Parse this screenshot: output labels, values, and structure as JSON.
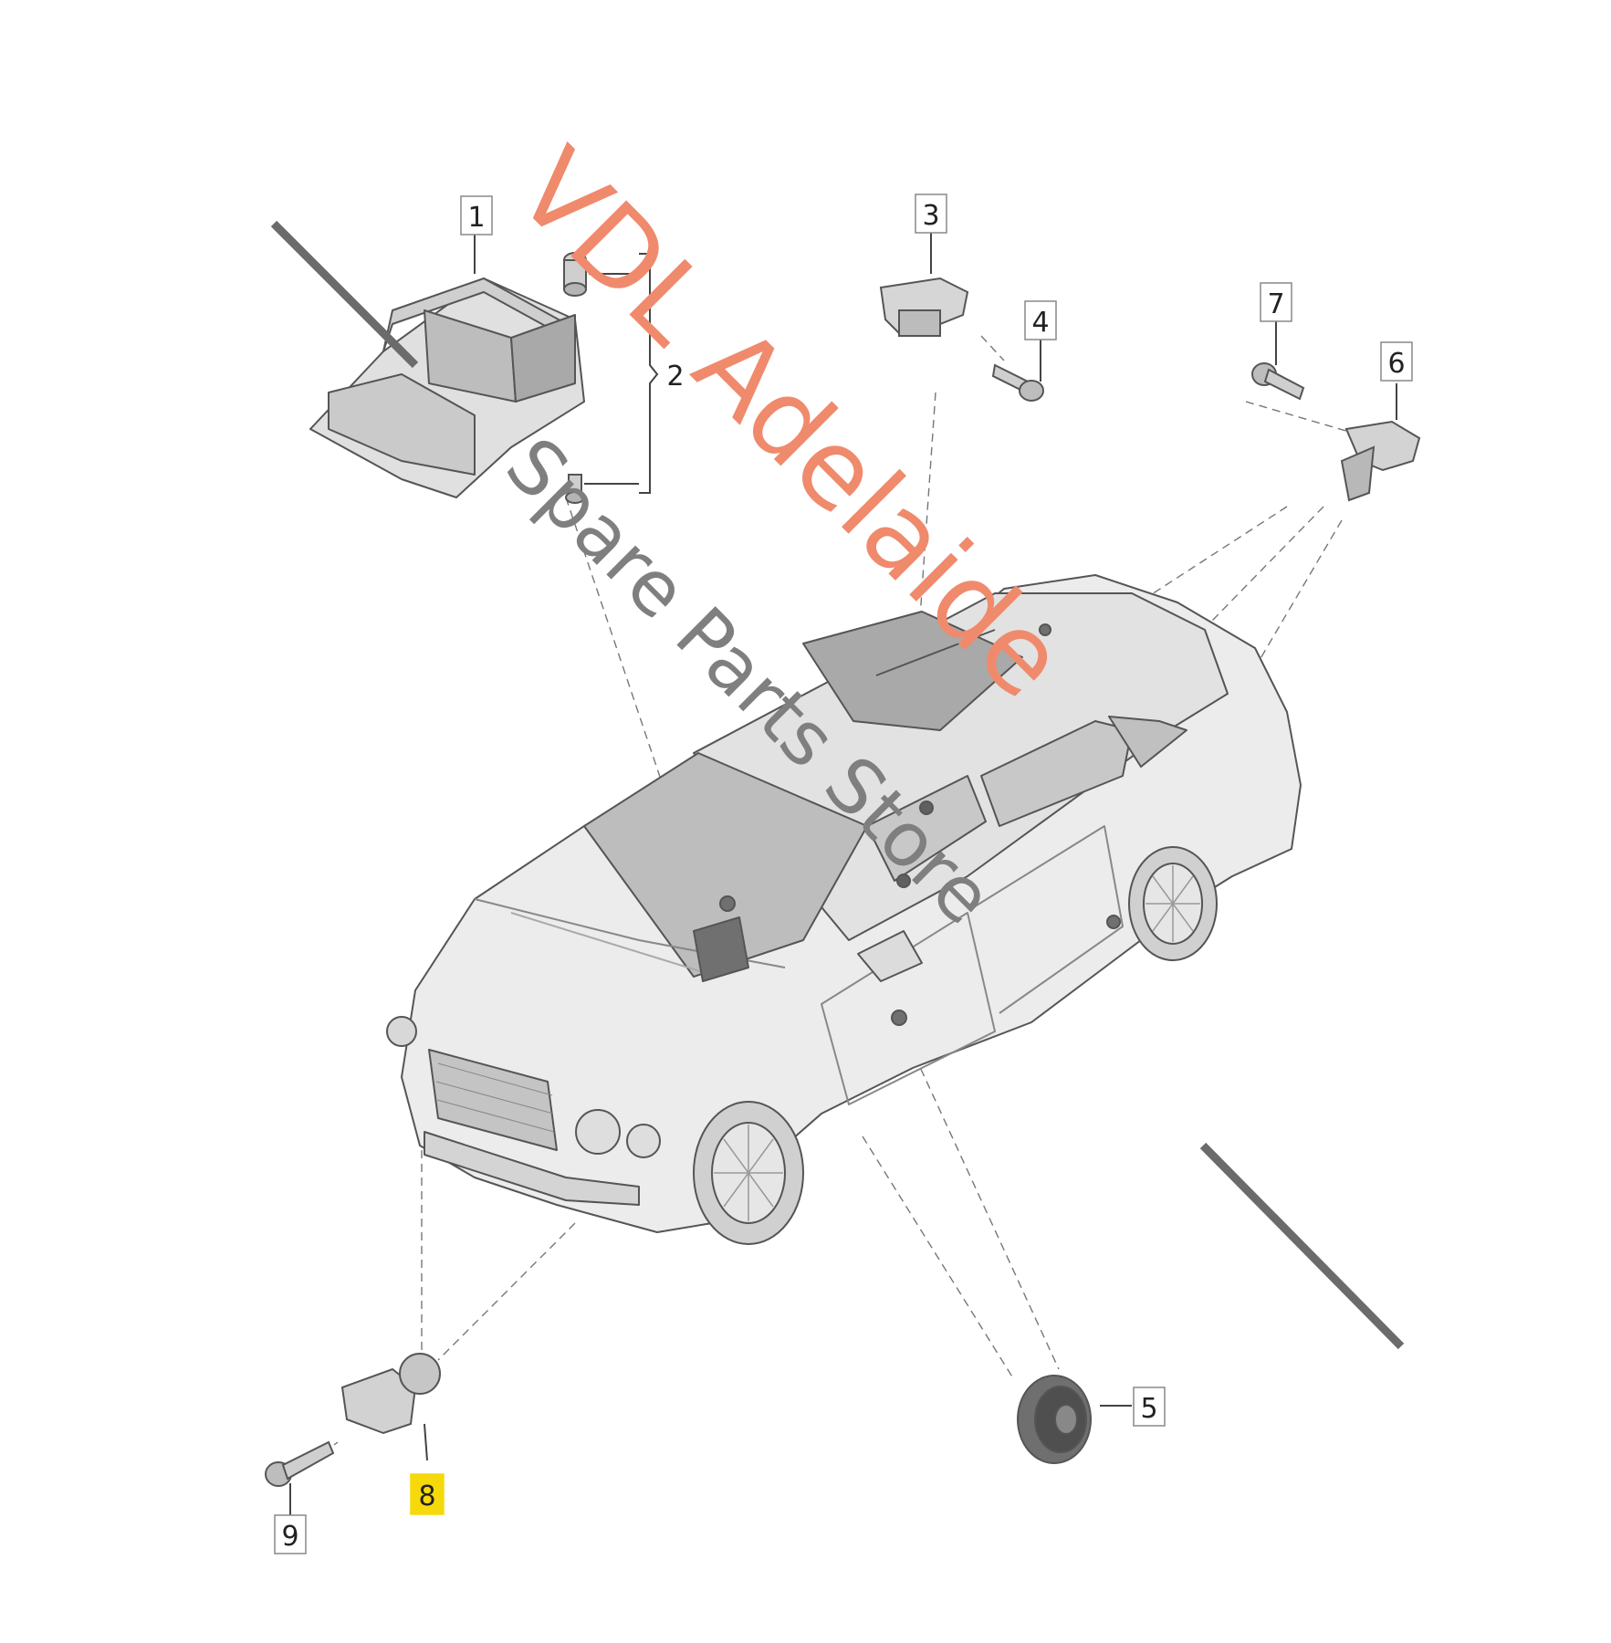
{
  "diagram": {
    "callouts": [
      {
        "id": "callout-1",
        "label": "1",
        "highlighted": false
      },
      {
        "id": "callout-2",
        "label": "2",
        "highlighted": false
      },
      {
        "id": "callout-3",
        "label": "3",
        "highlighted": false
      },
      {
        "id": "callout-4",
        "label": "4",
        "highlighted": false
      },
      {
        "id": "callout-5",
        "label": "5",
        "highlighted": false
      },
      {
        "id": "callout-6",
        "label": "6",
        "highlighted": false
      },
      {
        "id": "callout-7",
        "label": "7",
        "highlighted": false
      },
      {
        "id": "callout-8",
        "label": "8",
        "highlighted": true
      },
      {
        "id": "callout-9",
        "label": "9",
        "highlighted": false
      }
    ],
    "highlight_color": "#f5d90a"
  },
  "watermark": {
    "line1": "VDL Adelaide",
    "line2": "Spare Parts Store",
    "line1_color": "#f08a6c",
    "line2_color": "#7f7f7f",
    "bar_color": "#6b6b6b"
  }
}
